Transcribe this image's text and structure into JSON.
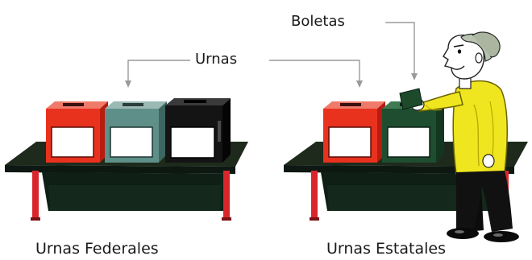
{
  "labels": {
    "ballots": "Boletas",
    "urns": "Urnas",
    "federal_urns": "Urnas Federales",
    "state_urns": "Urnas Estatales"
  },
  "colors": {
    "urn_red": "#e8321e",
    "urn_teal": "#5f8f89",
    "urn_black": "#141414",
    "urn_green": "#1f4d2f",
    "table_top": "#1f2a1b",
    "table_front": "#0f1a12",
    "table_leg": "#d8262c",
    "voter_shirt": "#f0e61f",
    "voter_trousers": "#111111",
    "voter_hair": "#b8c3b0",
    "leader_line": "#999999"
  }
}
